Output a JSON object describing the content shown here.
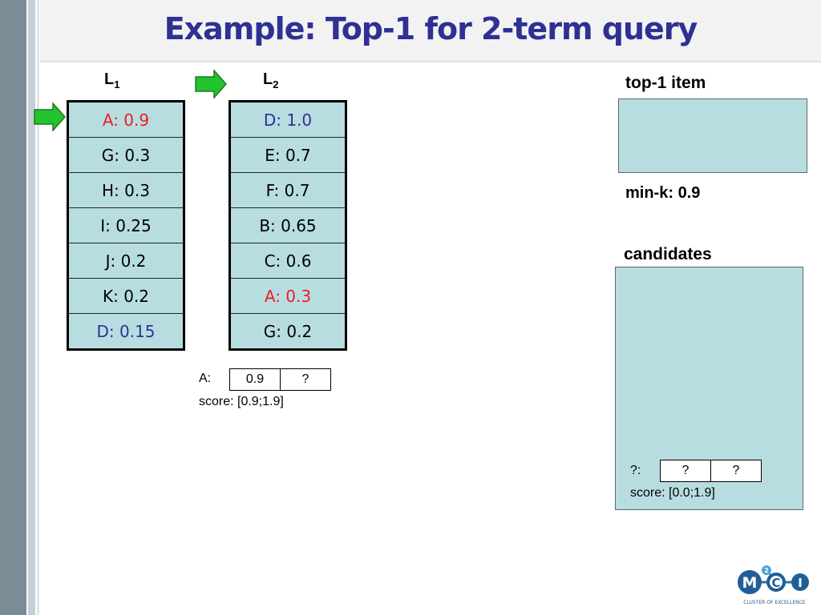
{
  "title": "Example: Top-1 for 2-term query",
  "lists": {
    "l1": {
      "name": "L",
      "sub": "1",
      "items": [
        {
          "text": "A: 0.9",
          "color": "red"
        },
        {
          "text": "G: 0.3",
          "color": "black"
        },
        {
          "text": "H: 0.3",
          "color": "black"
        },
        {
          "text": "I: 0.25",
          "color": "black"
        },
        {
          "text": "J: 0.2",
          "color": "black"
        },
        {
          "text": "K: 0.2",
          "color": "black"
        },
        {
          "text": "D: 0.15",
          "color": "blue"
        }
      ]
    },
    "l2": {
      "name": "L",
      "sub": "2",
      "items": [
        {
          "text": "D: 1.0",
          "color": "blue"
        },
        {
          "text": "E: 0.7",
          "color": "black"
        },
        {
          "text": "F: 0.7",
          "color": "black"
        },
        {
          "text": "B: 0.65",
          "color": "black"
        },
        {
          "text": "C: 0.6",
          "color": "black"
        },
        {
          "text": "A: 0.3",
          "color": "red"
        },
        {
          "text": "G: 0.2",
          "color": "black"
        }
      ]
    }
  },
  "current_item": {
    "label": "A:",
    "s1": "0.9",
    "s2": "?",
    "score": "score: [0.9;1.9]"
  },
  "top1": {
    "heading": "top-1 item",
    "mink_label": "min-k:",
    "mink_value": "0.9"
  },
  "candidates": {
    "heading": "candidates",
    "label": "?:",
    "s1": "?",
    "s2": "?",
    "score": "score: [0.0;1.9]"
  },
  "logo": {
    "m": "M",
    "c": "C",
    "i": "I",
    "sup": "2",
    "caption": "CLUSTER OF EXCELLENCE"
  },
  "colors": {
    "title": "#2e3192",
    "red": "#ee1c24",
    "cell_bg": "#b8dde0",
    "arrow": "#22c32e"
  }
}
